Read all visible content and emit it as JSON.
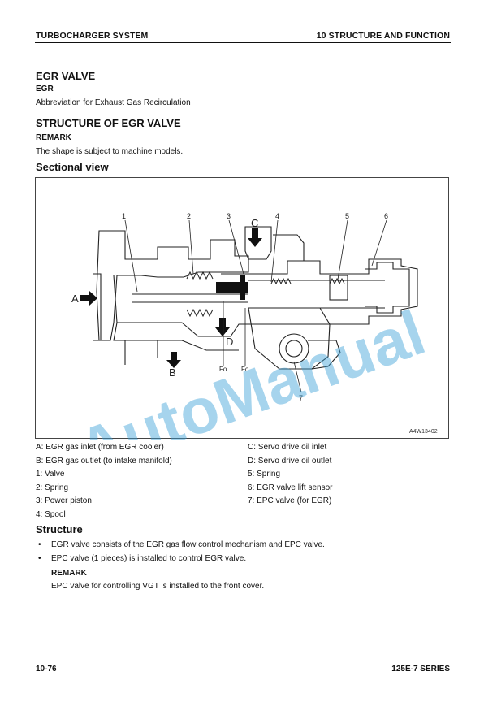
{
  "header": {
    "left": "TURBOCHARGER SYSTEM",
    "right": "10 STRUCTURE AND FUNCTION"
  },
  "egr_valve": {
    "title": "EGR VALVE",
    "term": "EGR",
    "definition": "Abbreviation for Exhaust Gas Recirculation"
  },
  "structure_of": {
    "title": "STRUCTURE OF EGR VALVE",
    "remark_label": "REMARK",
    "remark_text": "The shape is subject to machine models."
  },
  "sectional": {
    "title": "Sectional view",
    "figure_code": "A4W13402",
    "labels": {
      "n1": "1",
      "n2": "2",
      "n3": "3",
      "n4": "4",
      "n5": "5",
      "n6": "6",
      "n7": "7",
      "a": "A",
      "b": "B",
      "c": "C",
      "d": "D",
      "fo": "Fo"
    }
  },
  "captions": {
    "left": [
      "A: EGR gas inlet (from EGR cooler)",
      "B: EGR gas outlet (to intake manifold)",
      "1: Valve",
      "2: Spring",
      "3: Power piston",
      "4: Spool"
    ],
    "right": [
      "C: Servo drive oil inlet",
      "D: Servo drive oil outlet",
      "5: Spring",
      "6: EGR valve lift sensor",
      "7: EPC valve (for EGR)"
    ]
  },
  "structure": {
    "title": "Structure",
    "bullet_symbol": "•",
    "bullets": [
      "EGR valve consists of the EGR gas flow control mechanism and EPC valve.",
      "EPC valve (1 pieces) is installed to control EGR valve."
    ],
    "remark_label": "REMARK",
    "remark_text": "EPC valve for controlling VGT is installed to the front cover."
  },
  "watermark": "AutoManual",
  "footer": {
    "left": "10-76",
    "right": "125E-7 SERIES"
  }
}
